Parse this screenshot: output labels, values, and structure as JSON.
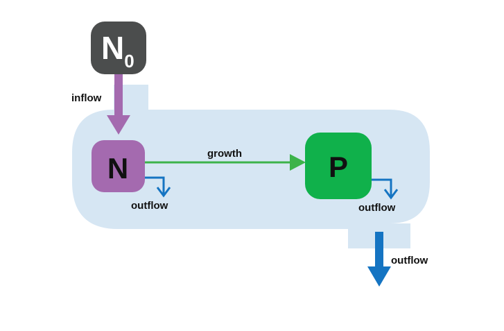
{
  "colors": {
    "region": "#d6e6f3",
    "n0_box": "#4b4d4d",
    "n_box": "#a46aaf",
    "p_box": "#10b14b",
    "inflow_arrow": "#a46aaf",
    "growth_arrow": "#3cb34a",
    "outflow_arrow": "#1574c2"
  },
  "nodes": {
    "n0": {
      "main": "N",
      "sub": "0"
    },
    "n": {
      "label": "N"
    },
    "p": {
      "label": "P"
    }
  },
  "labels": {
    "inflow": "inflow",
    "growth": "growth",
    "n_outflow": "outflow",
    "p_outflow": "outflow",
    "system_outflow": "outflow"
  }
}
